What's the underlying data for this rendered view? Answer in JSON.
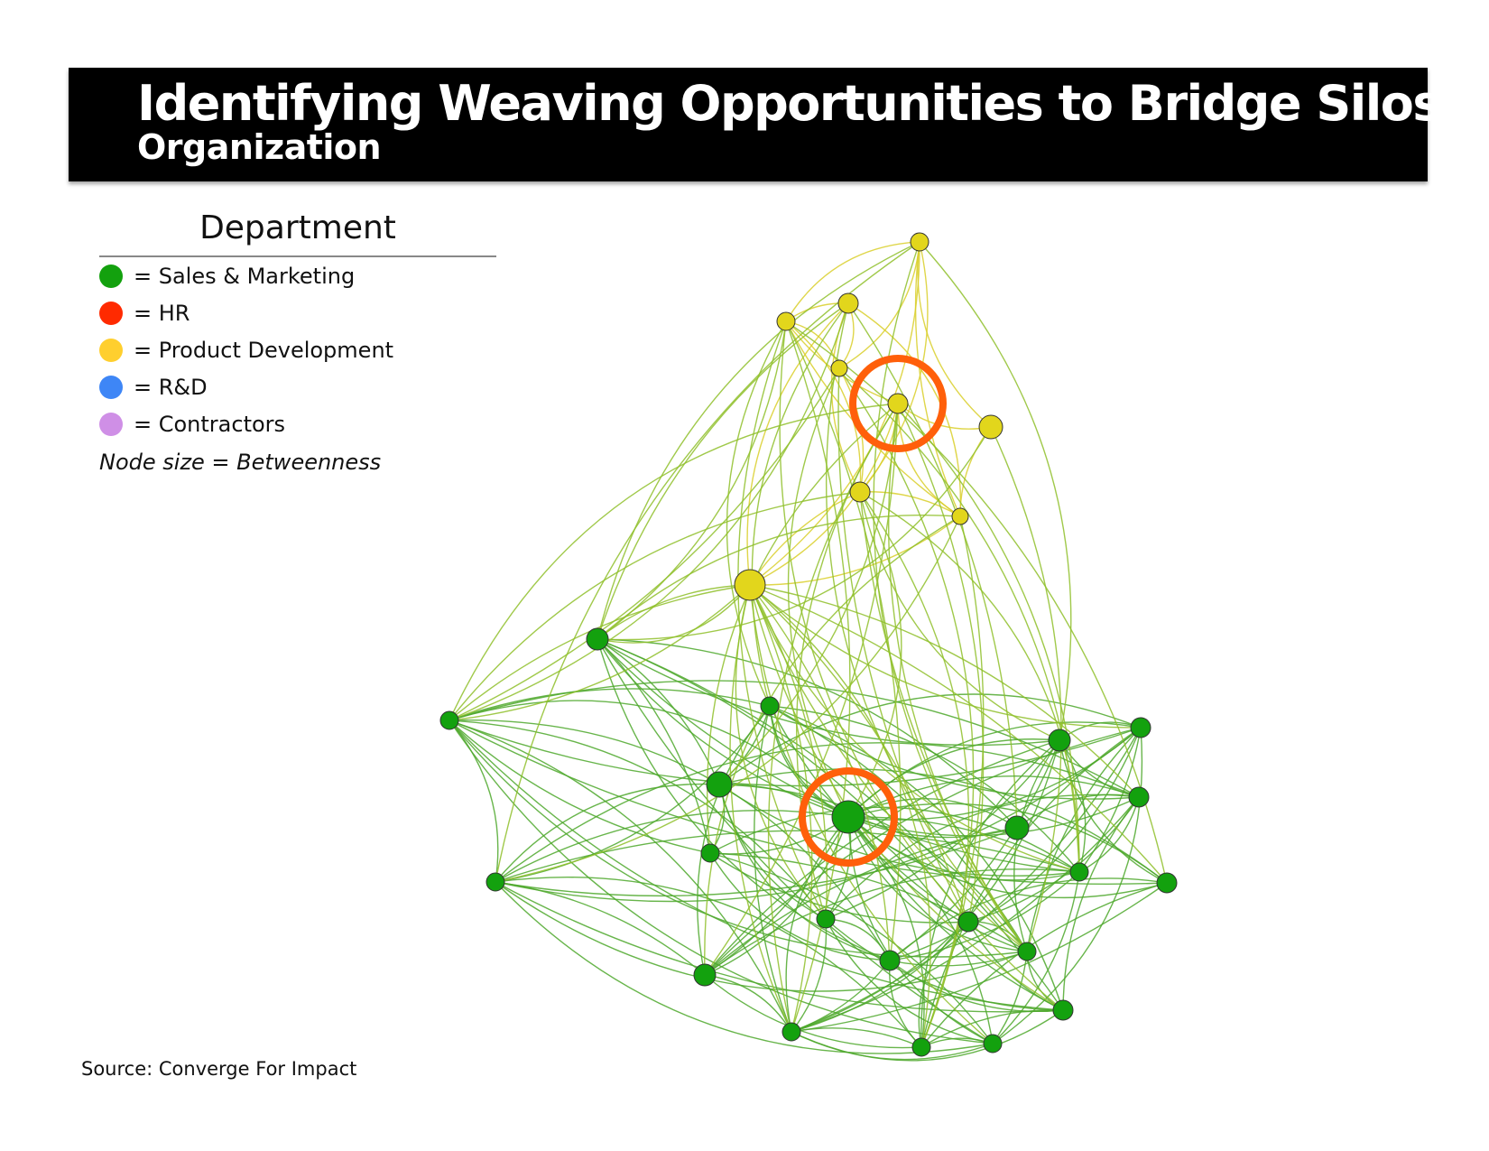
{
  "title": "Identifying Weaving Opportunities to Bridge Silos",
  "subtitle": "Organization",
  "legend": {
    "title": "Department",
    "items": [
      {
        "label": "= Sales & Marketing",
        "color": "#13a10e"
      },
      {
        "label": "= HR",
        "color": "#ff2a00"
      },
      {
        "label": "= Product Development",
        "color": "#ffcf2e"
      },
      {
        "label": "= R&D",
        "color": "#3e86f6"
      },
      {
        "label": "= Contractors",
        "color": "#cf8fe6"
      }
    ],
    "note": "Node size = Betweenness"
  },
  "source": "Source: Converge For Impact",
  "colors": {
    "sales": "#13a10e",
    "product": "#e2d61c",
    "edge_green": "#4da82c",
    "edge_yellow": "#d9cf2a",
    "highlight": "#ff5f0a"
  }
}
